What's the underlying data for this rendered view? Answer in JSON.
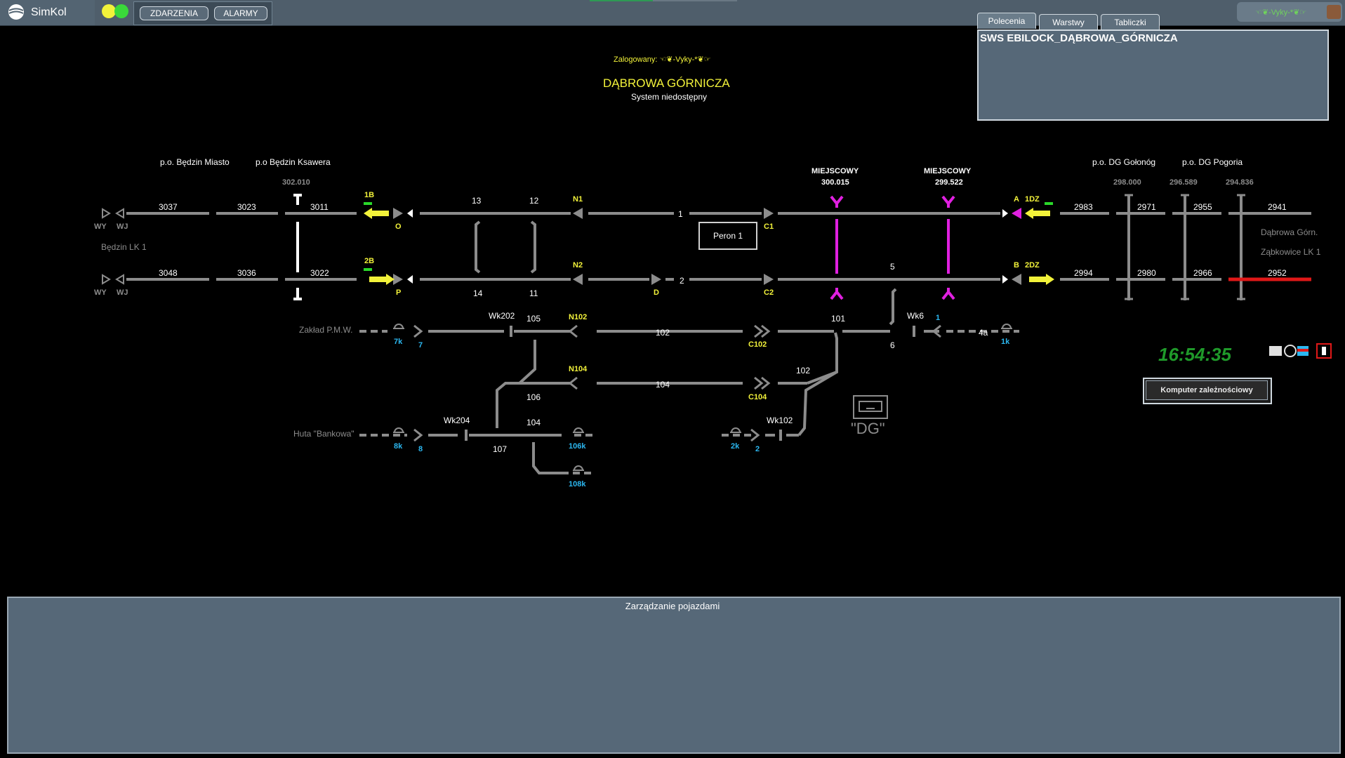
{
  "app": {
    "logo": "SimKol"
  },
  "toolbar": {
    "events_label": "ZDARZENIA",
    "alarms_label": "ALARMY"
  },
  "user_pill": {
    "text": "☜❦-Vyky-*❦☞"
  },
  "right_panel": {
    "tabs": [
      {
        "label": "Polecenia"
      },
      {
        "label": "Warstwy"
      },
      {
        "label": "Tabliczki"
      }
    ],
    "title": "SWS EBILOCK_DĄBROWA_GÓRNICZA"
  },
  "header": {
    "logged_in": "Zalogowany: ☜❦-Vyky-*❦☞",
    "station": "DĄBROWA GÓRNICZA",
    "status": "System niedostępny"
  },
  "stations": {
    "bedzin_miasto": "p.o. Będzin Miasto",
    "bedzin_ksawera": "p.o Będzin Ksawera",
    "km_302": "302.010",
    "miejscowy_1": "MIEJSCOWY",
    "km_300": "300.015",
    "miejscowy_2": "MIEJSCOWY",
    "km_299": "299.522",
    "dg_golonog": "p.o. DG Gołonóg",
    "dg_pogoria": "p.o. DG Pogoria",
    "km_298": "298.000",
    "km_296": "296.589",
    "km_294": "294.836",
    "bedzin_lk1": "Będzin LK 1",
    "dabrowa_gorn": "Dąbrowa Górn.",
    "zabkowice": "Ząbkowice LK 1",
    "zaklad": "Zakład P.M.W.",
    "huta": "Huta \"Bankowa\"",
    "peron": "Peron 1",
    "dg_box": "\"DG\""
  },
  "track_labels": {
    "t3037": "3037",
    "t3023": "3023",
    "t3011": "3011",
    "t13": "13",
    "t12": "12",
    "t1": "1",
    "t2983": "2983",
    "t2971": "2971",
    "t2955": "2955",
    "t2941": "2941",
    "t3048": "3048",
    "t3036": "3036",
    "t3022": "3022",
    "t14": "14",
    "t11": "11",
    "t2": "2",
    "t5": "5",
    "t2994": "2994",
    "t2980": "2980",
    "t2966": "2966",
    "t2952": "2952",
    "t105": "105",
    "t102a": "102",
    "t101": "101",
    "t6": "6",
    "t4a": "4a",
    "t104": "104",
    "t102b": "102",
    "t106": "106",
    "t107": "107",
    "t104b": "104",
    "wk202": "Wk202",
    "wk204": "Wk204",
    "wk6": "Wk6",
    "wk102": "Wk102",
    "wy1": "WY",
    "wj1": "WJ",
    "wy2": "WY",
    "wj2": "WJ"
  },
  "signals": {
    "s1b": "1B",
    "s2b": "2B",
    "o": "O",
    "p": "P",
    "n1": "N1",
    "n2": "N2",
    "d": "D",
    "c1": "C1",
    "c2": "C2",
    "a": "A",
    "b": "B",
    "s1dz": "1DZ",
    "s2dz": "2DZ",
    "n102": "N102",
    "n104": "N104",
    "c102": "C102",
    "c104": "C104",
    "k7": "7k",
    "n7": "7",
    "k8": "8k",
    "n8": "8",
    "k2": "2k",
    "n2b": "2",
    "k1": "1k",
    "n1b": "1",
    "k106": "106k",
    "k108": "108k"
  },
  "clock": {
    "time": "16:54:35"
  },
  "buttons": {
    "komputer": "Komputer zależnościowy"
  },
  "bottom_panel": {
    "title": "Zarządzanie pojazdami"
  },
  "colors": {
    "track": "#8c8c8c",
    "signal_yellow": "#f2f23a",
    "magenta": "#e020e0",
    "occupied_red": "#e01818",
    "clock_green": "#1f9a2a",
    "panel_bg": "#566878"
  }
}
